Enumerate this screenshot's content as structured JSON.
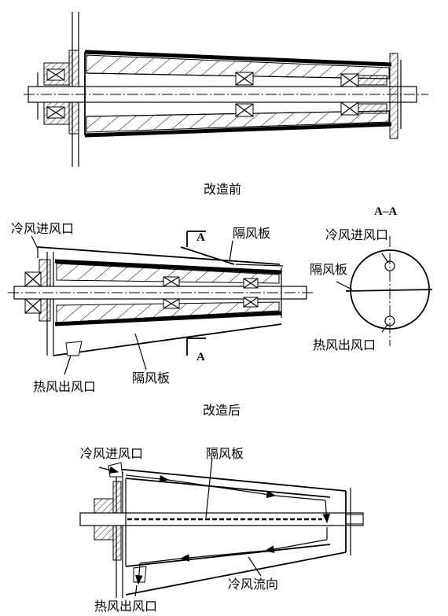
{
  "captions": {
    "before": "改造前",
    "after": "改造后"
  },
  "section_marks": {
    "a_top": "A",
    "a_bottom": "A",
    "aa_title": "A–A"
  },
  "labels": {
    "d2_cold_inlet": "冷风进风口",
    "d2_baffle_top": "隔风板",
    "d2_hot_outlet": "热风出风口",
    "d2_baffle_bottom": "隔风板",
    "sec_cold_inlet": "冷风进风口",
    "sec_baffle": "隔风板",
    "sec_hot_outlet": "热风出风口",
    "d3_cold_inlet": "冷风进风口",
    "d3_baffle": "隔风板",
    "d3_flow": "冷风流向",
    "d3_hot_outlet": "热风出风口"
  }
}
